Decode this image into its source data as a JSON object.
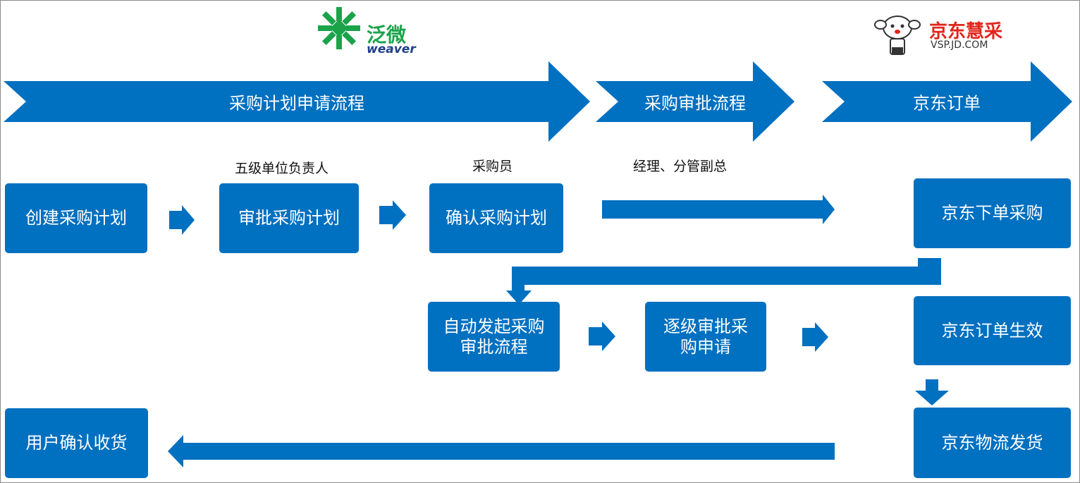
{
  "colors": {
    "primary_blue": "#0070C0",
    "weaver_green": "#1BA34A",
    "weaver_navy": "#1F3F8C",
    "jd_red": "#E1251B"
  },
  "logos": {
    "weaver": {
      "icon": "weaver-pinwheel-icon",
      "name_cn": "泛微",
      "name_en": "weaver"
    },
    "jd": {
      "icon": "jd-mascot-icon",
      "name_cn": "京东慧采",
      "name_en": "VSP.JD.COM"
    }
  },
  "phases": [
    {
      "label": "采购计划申请流程"
    },
    {
      "label": "采购审批流程"
    },
    {
      "label": "京东订单"
    }
  ],
  "roles": [
    "五级单位负责人",
    "采购员",
    "经理、分管副总"
  ],
  "steps": {
    "create_plan": "创建采购计划",
    "approve_plan": "审批采购计划",
    "confirm_plan": "确认采购计划",
    "jd_order": "京东下单采购",
    "auto_launch": "自动发起采购\n审批流程",
    "level_approval": "逐级审批采\n购申请",
    "jd_effective": "京东订单生效",
    "jd_shipping": "京东物流发货",
    "user_confirm": "用户确认收货"
  }
}
